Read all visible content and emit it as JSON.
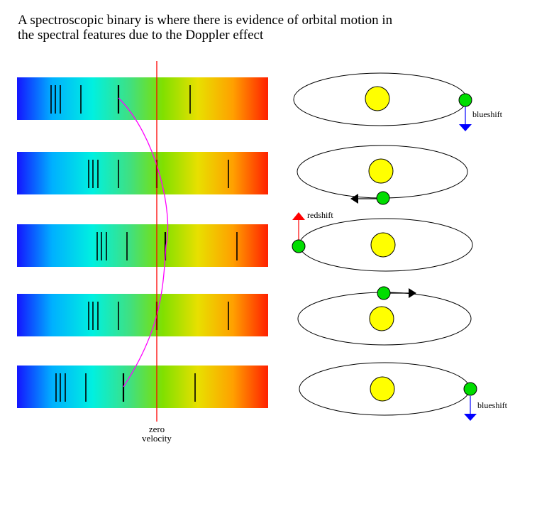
{
  "title": {
    "line1": "A spectroscopic binary is where there is evidence of orbital motion in",
    "line2": "the spectral features due to the Doppler effect"
  },
  "reference_line": {
    "label_line1": "zero",
    "label_line2": "velocity",
    "color": "#ff0000"
  },
  "doppler_curve_color": "#ff00ff",
  "spectrum_gradient": [
    "#1414ff",
    "#00b0ff",
    "#00f0e0",
    "#40e080",
    "#80e000",
    "#e8e000",
    "#ffa000",
    "#ff2000"
  ],
  "stages": [
    {
      "stage": 1,
      "spectrum_lines": [
        "line-a",
        "line-b",
        "line-c",
        "line-d",
        "line-e",
        "line-f"
      ],
      "companion_motion": "toward observer",
      "shift_label": "blueshift",
      "shift_color": "#0000ff"
    },
    {
      "stage": 2,
      "spectrum_lines": [
        "line-a",
        "line-b",
        "line-c",
        "line-d",
        "line-e",
        "line-f"
      ],
      "companion_motion": "across line of sight, moving left",
      "shift_label": "",
      "shift_color": "#000000"
    },
    {
      "stage": 3,
      "spectrum_lines": [
        "line-a",
        "line-b",
        "line-c",
        "line-d",
        "line-e",
        "line-f"
      ],
      "companion_motion": "away from observer",
      "shift_label": "redshift",
      "shift_color": "#ff0000"
    },
    {
      "stage": 4,
      "spectrum_lines": [
        "line-a",
        "line-b",
        "line-c",
        "line-d",
        "line-e",
        "line-f"
      ],
      "companion_motion": "across line of sight, moving right",
      "shift_label": "",
      "shift_color": "#000000"
    },
    {
      "stage": 5,
      "spectrum_lines": [
        "line-a",
        "line-b",
        "line-c",
        "line-d",
        "line-e",
        "line-f"
      ],
      "companion_motion": "toward observer",
      "shift_label": "blueshift",
      "shift_color": "#0000ff"
    }
  ]
}
